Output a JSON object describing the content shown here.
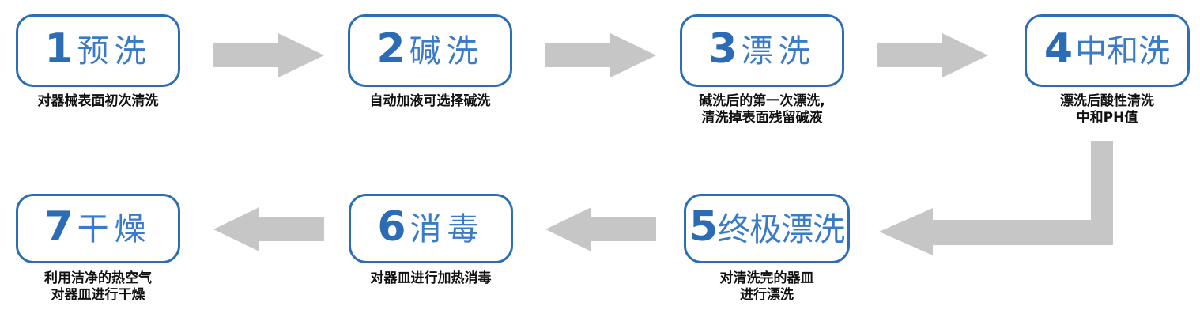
{
  "diagram": {
    "title_visible": false,
    "colors": {
      "box_border": "#2C6EB5",
      "step_number": "#2C6CB4",
      "step_label": "#3A7BC8",
      "caption": "#111111",
      "arrow": "#C6C6C6",
      "background": "#FFFFFF"
    },
    "flow_direction_row1": "left-to-right",
    "flow_direction_row2": "right-to-left"
  },
  "steps": [
    {
      "number": "1",
      "label": "预洗",
      "caption": "对器械表面初次清洗",
      "row": 1
    },
    {
      "number": "2",
      "label": "碱洗",
      "caption": "自动加液可选择碱洗",
      "row": 1
    },
    {
      "number": "3",
      "label": "漂洗",
      "caption": "碱洗后的第一次漂洗,\n清洗掉表面残留碱液",
      "row": 1
    },
    {
      "number": "4",
      "label": "中和洗",
      "caption": "漂洗后酸性清洗\n中和PH值",
      "row": 1
    },
    {
      "number": "5",
      "label": "终极漂洗",
      "caption": "对清洗完的器皿\n进行漂洗",
      "row": 2
    },
    {
      "number": "6",
      "label": "消毒",
      "caption": "对器皿进行加热消毒",
      "row": 2
    },
    {
      "number": "7",
      "label": "干燥",
      "caption": "利用洁净的热空气\n对器皿进行干燥",
      "row": 2
    }
  ],
  "connectors": [
    {
      "name": "arrow-1-to-2",
      "direction": "right"
    },
    {
      "name": "arrow-2-to-3",
      "direction": "right"
    },
    {
      "name": "arrow-3-to-4",
      "direction": "right"
    },
    {
      "name": "arrow-4-to-5",
      "direction": "elbow-down-left"
    },
    {
      "name": "arrow-5-to-6",
      "direction": "left"
    },
    {
      "name": "arrow-6-to-7",
      "direction": "left"
    }
  ]
}
